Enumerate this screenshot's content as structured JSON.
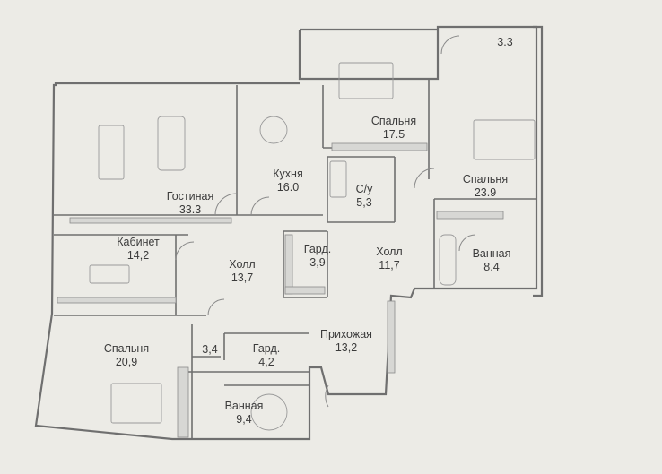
{
  "colors": {
    "background": "#ecebe6",
    "wall": "#6f6f6f",
    "wall_fill": "#d7d7d4",
    "text": "#3b3b3b"
  },
  "rooms": [
    {
      "id": "balcony",
      "name": "",
      "area": "3.3"
    },
    {
      "id": "bedroom-top",
      "name": "Спальня",
      "area": "17.5"
    },
    {
      "id": "bedroom-right",
      "name": "Спальня",
      "area": "23.9"
    },
    {
      "id": "kitchen",
      "name": "Кухня",
      "area": "16.0"
    },
    {
      "id": "wc",
      "name": "С/у",
      "area": "5,3"
    },
    {
      "id": "living",
      "name": "Гостиная",
      "area": "33.3"
    },
    {
      "id": "study",
      "name": "Кабинет",
      "area": "14,2"
    },
    {
      "id": "wardrobe-center",
      "name": "Гард.",
      "area": "3,9"
    },
    {
      "id": "hall-center",
      "name": "Холл",
      "area": "11,7"
    },
    {
      "id": "bath-right",
      "name": "Ванная",
      "area": "8.4"
    },
    {
      "id": "hall-left",
      "name": "Холл",
      "area": "13,7"
    },
    {
      "id": "entrance",
      "name": "Прихожая",
      "area": "13,2"
    },
    {
      "id": "bedroom-bottom",
      "name": "Спальня",
      "area": "20,9"
    },
    {
      "id": "corridor-small",
      "name": "",
      "area": "3,4"
    },
    {
      "id": "wardrobe-bottom",
      "name": "Гард.",
      "area": "4,2"
    },
    {
      "id": "bath-bottom",
      "name": "Ванная",
      "area": "9,4"
    }
  ]
}
